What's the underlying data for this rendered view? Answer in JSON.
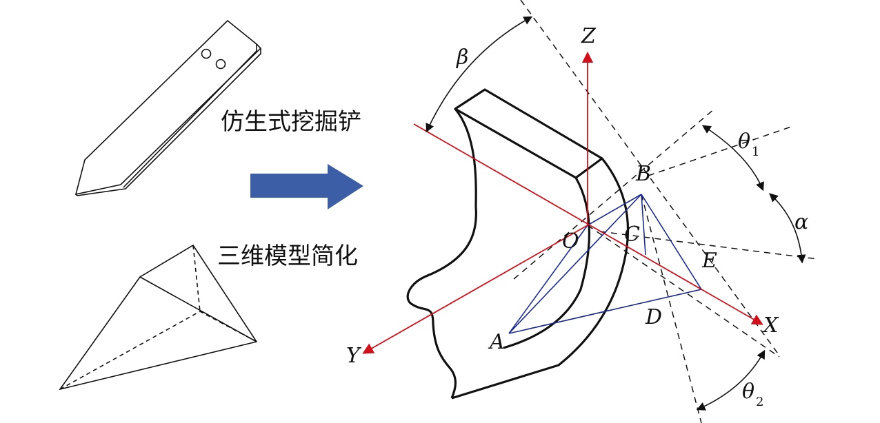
{
  "captions": {
    "top": "仿生式挖掘铲",
    "bottom": "三维模型简化"
  },
  "axes": {
    "z": "Z",
    "y": "Y",
    "x": "X"
  },
  "points": {
    "o": "O",
    "a": "A",
    "b": "B",
    "c": "C",
    "d": "D",
    "e": "E"
  },
  "angles": {
    "beta": "β",
    "alpha": "α",
    "theta1": {
      "symbol": "θ",
      "sub": "1"
    },
    "theta2": {
      "symbol": "θ",
      "sub": "2"
    }
  },
  "colors": {
    "axis": "#d0101a",
    "tetra": "#1a2a8c",
    "arrow": "#3c5ea6",
    "ink": "#111111"
  }
}
